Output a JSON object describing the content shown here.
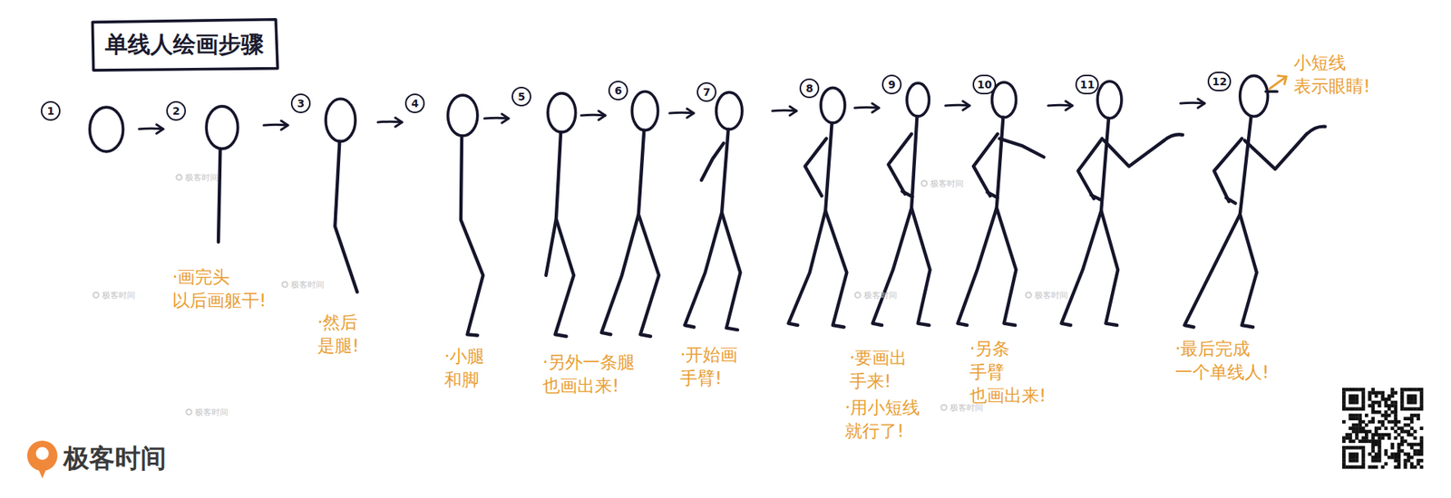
{
  "diagram": {
    "title": "单线人绘画步骤",
    "nodes": [
      {
        "text": [
          "1"
        ]
      },
      {
        "text": [
          "2"
        ]
      },
      {
        "text": [
          "3"
        ]
      },
      {
        "text": [
          "4"
        ]
      },
      {
        "text": [
          "5"
        ]
      },
      {
        "text": [
          "6"
        ]
      },
      {
        "text": [
          "7"
        ]
      },
      {
        "text": [
          "8"
        ]
      },
      {
        "text": [
          "9"
        ]
      },
      {
        "text": [
          "10"
        ]
      },
      {
        "text": [
          "11"
        ]
      },
      {
        "text": [
          "12"
        ]
      }
    ],
    "edges": [
      {
        "from": 0,
        "to": 1,
        "arrow": "to"
      },
      {
        "from": 1,
        "to": 2,
        "arrow": "to"
      },
      {
        "from": 2,
        "to": 3,
        "arrow": "to"
      },
      {
        "from": 3,
        "to": 4,
        "arrow": "to"
      },
      {
        "from": 4,
        "to": 5,
        "arrow": "to"
      },
      {
        "from": 5,
        "to": 6,
        "arrow": "to"
      },
      {
        "from": 6,
        "to": 7,
        "arrow": "to"
      },
      {
        "from": 7,
        "to": 8,
        "arrow": "to"
      },
      {
        "from": 8,
        "to": 9,
        "arrow": "to"
      },
      {
        "from": 9,
        "to": 10,
        "arrow": "to"
      },
      {
        "from": 10,
        "to": 11,
        "arrow": "to"
      }
    ],
    "labels": [
      "·画完头 以后画躯干!",
      "·然后 是腿!",
      "·小腿 和脚",
      "·另外一条腿 也画出来!",
      "·开始画 手臂!",
      "·要画出 手来!",
      "·用小短线 就行了!",
      "·另条 手臂 也画出来!",
      "·最后完成 一个单线人!",
      "小短线 表示眼睛!",
      "极客时间",
      "极客时间",
      "极客时间",
      "极客时间",
      "极客时间",
      "极客时间",
      "极客时间",
      "极客时间",
      "极客时间"
    ]
  }
}
